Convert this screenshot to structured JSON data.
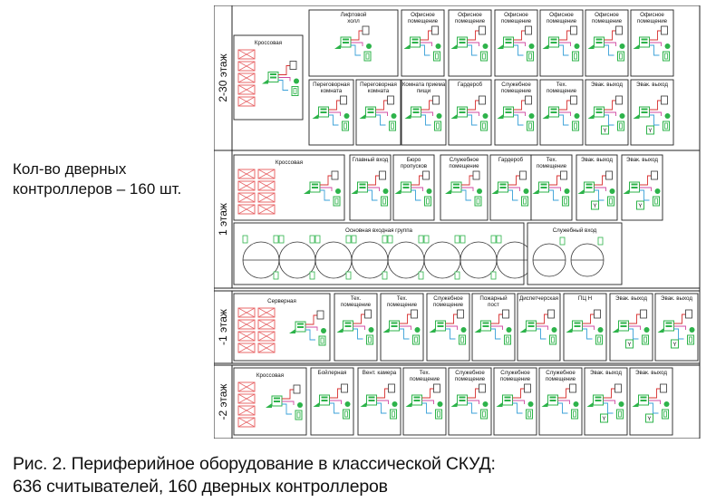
{
  "side_note": "Кол-во дверных контроллеров – 160 шт.",
  "caption_line1": "Рис. 2. Периферийное оборудование в классической СКУД:",
  "caption_line2": "636 считывателей, 160 дверных контроллеров",
  "colors": {
    "controller_green": "#2db34a",
    "cross_red": "#e8686a",
    "line_blue": "#3aa0d8",
    "line_pink": "#d04aa0",
    "line_red": "#d83030"
  },
  "floors": [
    {
      "label": "2-30 этаж",
      "cross": "Кроссовая",
      "rooms_top": [
        "Лифтовой холл",
        "Офисное помещение",
        "Офисное помещение",
        "Офисное помещение",
        "Офисное помещение",
        "Офисное помещение",
        "Офисное помещение"
      ],
      "rooms_bottom": [
        "Переговорная комната",
        "Переговорная комната",
        "Комната приема пищи",
        "Гардероб",
        "Служебное помещение",
        "Тех. помещение",
        "Эвак. выход",
        "Эвак. выход"
      ]
    },
    {
      "label": "1 этаж",
      "cross": "Кроссовая",
      "rooms": [
        "Главный вход",
        "Бюро пропусков",
        "Служебное помещение",
        "Гардероб",
        "Тех. помещение",
        "Эвак. выход",
        "Эвак. выход"
      ],
      "entrance_group": "Основная входная группа",
      "service_entrance": "Служебный вход"
    },
    {
      "label": "-1 этаж",
      "cross": "Серверная",
      "rooms": [
        "Тех. помещение",
        "Тех. помещение",
        "Служебное помещение",
        "Пожарный пост",
        "Диспетчерская",
        "ПЦ Н",
        "Эвак. выход",
        "Эвак. выход"
      ]
    },
    {
      "label": "-2 этаж",
      "cross": "Кроссовая",
      "rooms": [
        "Бойлерная",
        "Вент. камера",
        "Тех. помещение",
        "Служебное помещение",
        "Служебное помещение",
        "Служебное помещение",
        "Эвак. выход",
        "Эвак. выход"
      ]
    }
  ]
}
